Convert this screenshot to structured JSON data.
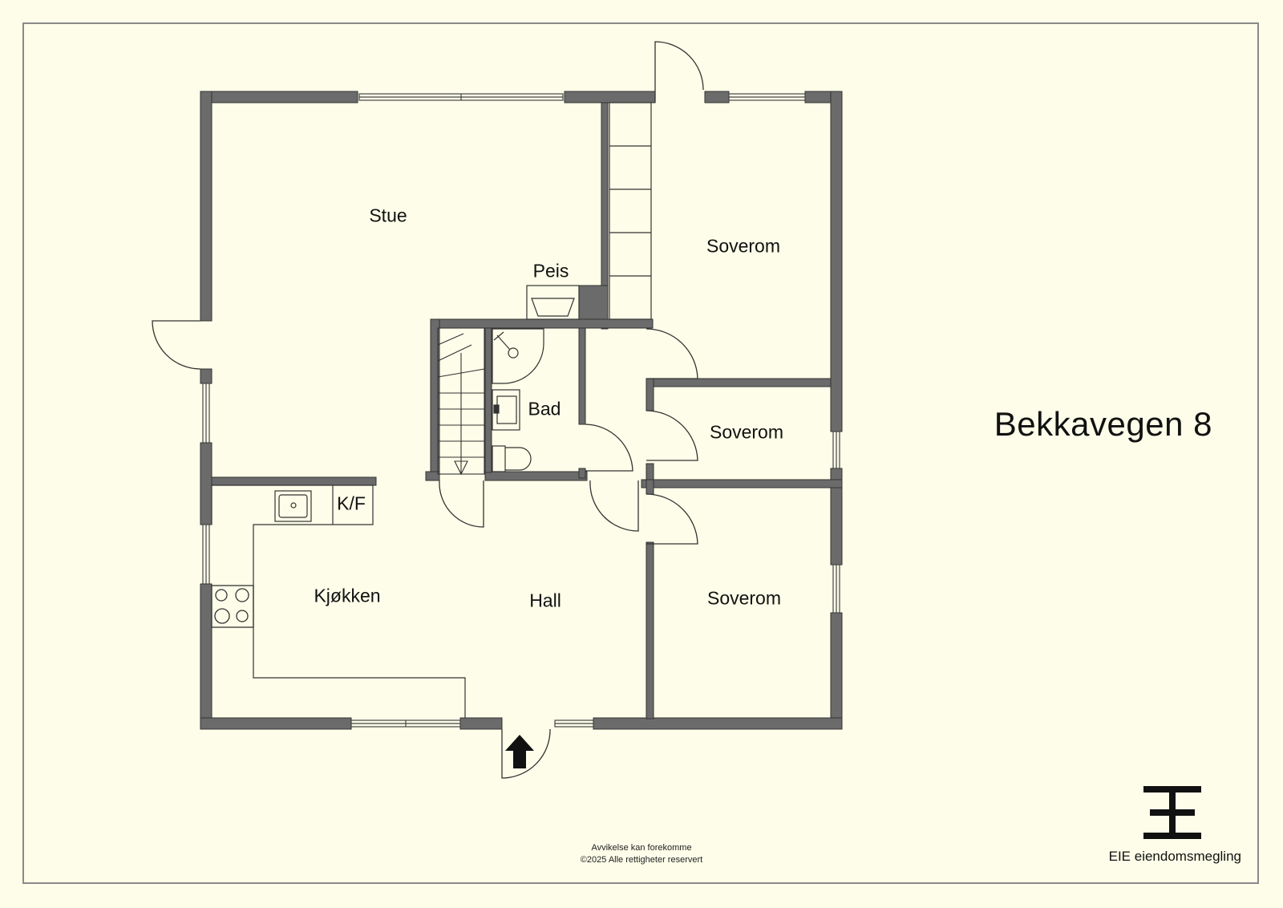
{
  "plan": {
    "address": "Bekkavegen 8",
    "rooms": {
      "stue": "Stue",
      "peis": "Peis",
      "soverom_1": "Soverom",
      "bad": "Bad",
      "soverom_2": "Soverom",
      "kf": "K/F",
      "kjokken": "Kjøkken",
      "hall": "Hall",
      "soverom_3": "Soverom"
    }
  },
  "footer": {
    "disclaimer_line1": "Avvikelse kan forekomme",
    "disclaimer_line2": "©2025 Alle rettigheter reservert"
  },
  "brand": {
    "name": "EIE eiendomsmegling",
    "logo_icon": "eie-logo-icon"
  },
  "colors": {
    "background": "#fdfde9",
    "wall": "#6b6b6b",
    "line": "#333333",
    "text": "#111111"
  }
}
